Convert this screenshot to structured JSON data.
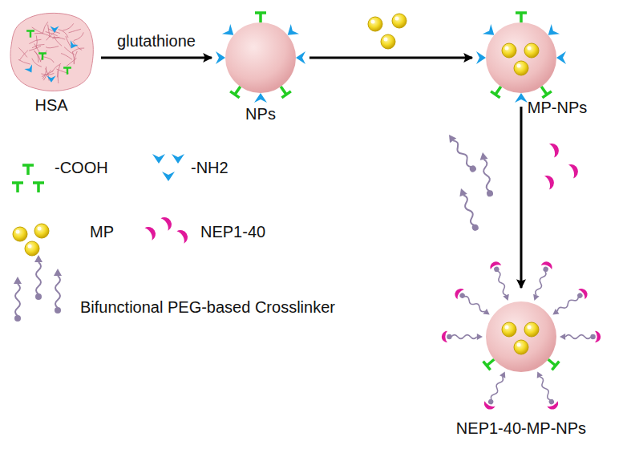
{
  "diagram": {
    "nodes": [
      {
        "text": [
          "HSA"
        ]
      },
      {
        "text": [
          "NPs"
        ]
      },
      {
        "text": [
          "MP-NPs"
        ]
      },
      {
        "text": [
          "NEP1-40-MP-NPs"
        ]
      }
    ],
    "edges": [
      {
        "from": 0,
        "to": 1,
        "arrow": "to",
        "label": "glutathione"
      },
      {
        "from": 1,
        "to": 2,
        "arrow": "to"
      },
      {
        "from": 2,
        "to": 3,
        "arrow": "to"
      }
    ],
    "legend": [
      {
        "text": "-COOH"
      },
      {
        "text": "-NH2"
      },
      {
        "text": "MP"
      },
      {
        "text": "NEP1-40"
      },
      {
        "text": "Bifunctional PEG-based Crosslinker"
      }
    ]
  }
}
